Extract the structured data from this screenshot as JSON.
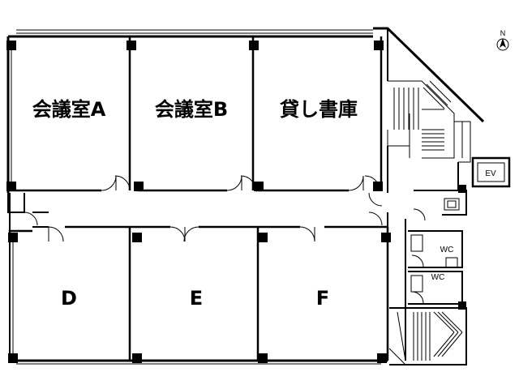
{
  "rooms": {
    "room_a": "会議室A",
    "room_b": "会議室B",
    "storage": "貸し書庫",
    "room_d": "D",
    "room_e": "E",
    "room_f": "F"
  },
  "facilities": {
    "elevator": "EV",
    "wc_upper": "WC",
    "wc_lower": "WC"
  },
  "compass": {
    "north": "N"
  },
  "colors": {
    "wall": "#000000",
    "background": "#ffffff"
  }
}
